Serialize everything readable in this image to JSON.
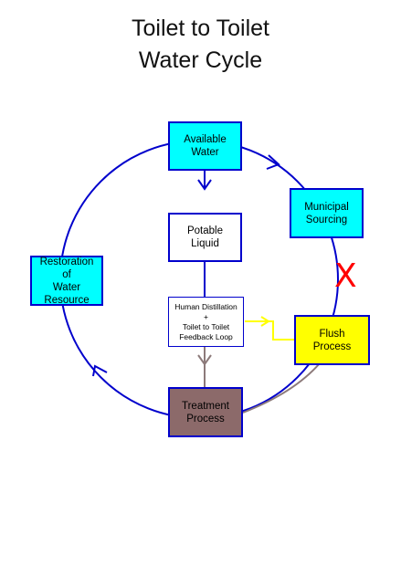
{
  "title": {
    "line1": "Toilet to Toilet",
    "line2": "Water Cycle"
  },
  "nodes": {
    "available_water": {
      "line1": "Available",
      "line2": "Water"
    },
    "municipal_sourcing": {
      "line1": "Municipal",
      "line2": "Sourcing"
    },
    "potable_liquid": {
      "line1": "Potable",
      "line2": "Liquid"
    },
    "restoration": {
      "line1": "Restoration",
      "line2": "of",
      "line3": "Water Resource"
    },
    "human_distillation": {
      "line1": "Human  Distillation",
      "line2": "+",
      "line3": "Toilet to Toilet",
      "line4": "Feedback Loop"
    },
    "flush_process": {
      "line1": "Flush",
      "line2": "Process"
    },
    "treatment_process": {
      "line1": "Treatment",
      "line2": "Process"
    }
  },
  "blocked_marker": {
    "symbol": "X",
    "color": "#ff0000"
  },
  "colors": {
    "cycle_line": "#0000cc",
    "feedback_line": "#ffff00",
    "treatment_line": "#8c7a7a",
    "available_fill": "#00ffff",
    "flush_fill": "#ffff00",
    "treatment_fill": "#8c6a6a"
  }
}
